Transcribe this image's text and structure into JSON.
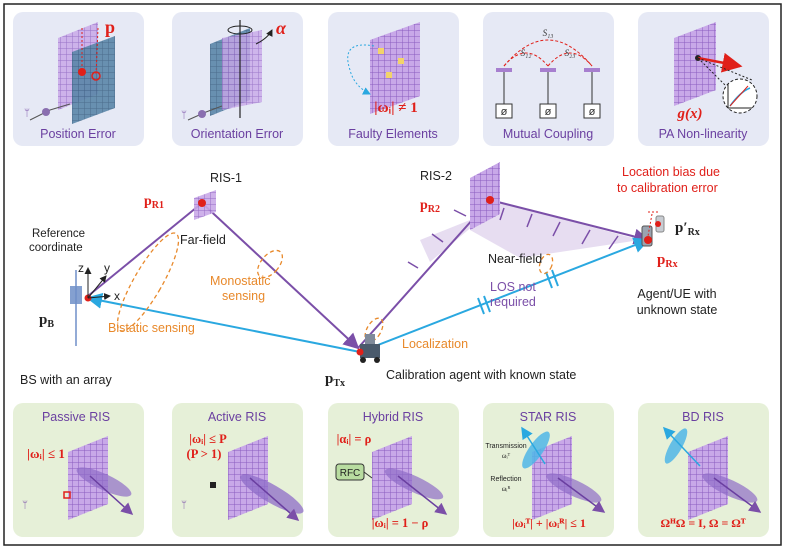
{
  "top_panels": [
    {
      "label": "Position Error",
      "symbol": "p"
    },
    {
      "label": "Orientation Error",
      "symbol": "α"
    },
    {
      "label": "Faulty Elements",
      "formula": "|ωᵢ| ≠ 1"
    },
    {
      "label": "Mutual Coupling",
      "s13": "S₁₃",
      "s12": "S₁₂",
      "s23": "S₂₃"
    },
    {
      "label": "PA Non-linearity",
      "formula": "g(x)"
    }
  ],
  "bottom_panels": [
    {
      "label": "Passive RIS",
      "formula": "|ωᵢ| ≤ 1"
    },
    {
      "label": "Active RIS",
      "formula_1": "|ωᵢ| ≤ P",
      "formula_2": "(P > 1)"
    },
    {
      "label": "Hybrid RIS",
      "formula_1": "|αᵢ| = ρ",
      "rfc": "RFC",
      "formula_2": "|ωᵢ| = 1 − ρ"
    },
    {
      "label": "STAR RIS",
      "transmission": "Transmission",
      "transmission_sym": "ωᵢᵀ",
      "reflection": "Reflection",
      "reflection_sym": "ωᵢᴿ",
      "formula": "|ωᵢᵀ| + |ωᵢᴿ| ≤ 1"
    },
    {
      "label": "BD RIS",
      "formula": "ΩᴴΩ = I, Ω = Ωᵀ"
    }
  ],
  "middle": {
    "ris1": "RIS-1",
    "ris2": "RIS-2",
    "p_r1": "p",
    "p_r1_sub": "R1",
    "p_r2": "p",
    "p_r2_sub": "R2",
    "p_b": "p",
    "p_b_sub": "B",
    "p_tx": "p",
    "p_tx_sub": "Tx",
    "p_rx": "p",
    "p_rx_sub": "Rx",
    "p_rx_prime": "p′",
    "p_rx_prime_sub": "Rx",
    "reference_1": "Reference",
    "reference_2": "coordinate",
    "axis_z": "z",
    "axis_y": "y",
    "axis_x": "x",
    "far_field": "Far-field",
    "near_field": "Near-field",
    "monostatic_1": "Monostatic",
    "monostatic_2": "sensing",
    "bistatic": "Bistatic sensing",
    "localization": "Localization",
    "los_1": "LOS not",
    "los_2": "required",
    "bs": "BS with an array",
    "calibration": "Calibration agent with known state",
    "agent_1": "Agent/UE with",
    "agent_2": "unknown state",
    "bias_1": "Location bias due",
    "bias_2": "to calibration error"
  },
  "colors": {
    "panel_top": "#e6e9f5",
    "panel_bottom": "#e6f0d8",
    "purple": "#7b4fa8",
    "ris": "#a77fcf",
    "red": "#e0201a",
    "blue": "#2aa8e0",
    "orange": "#e8892b",
    "dark_red": "#b01a10"
  }
}
